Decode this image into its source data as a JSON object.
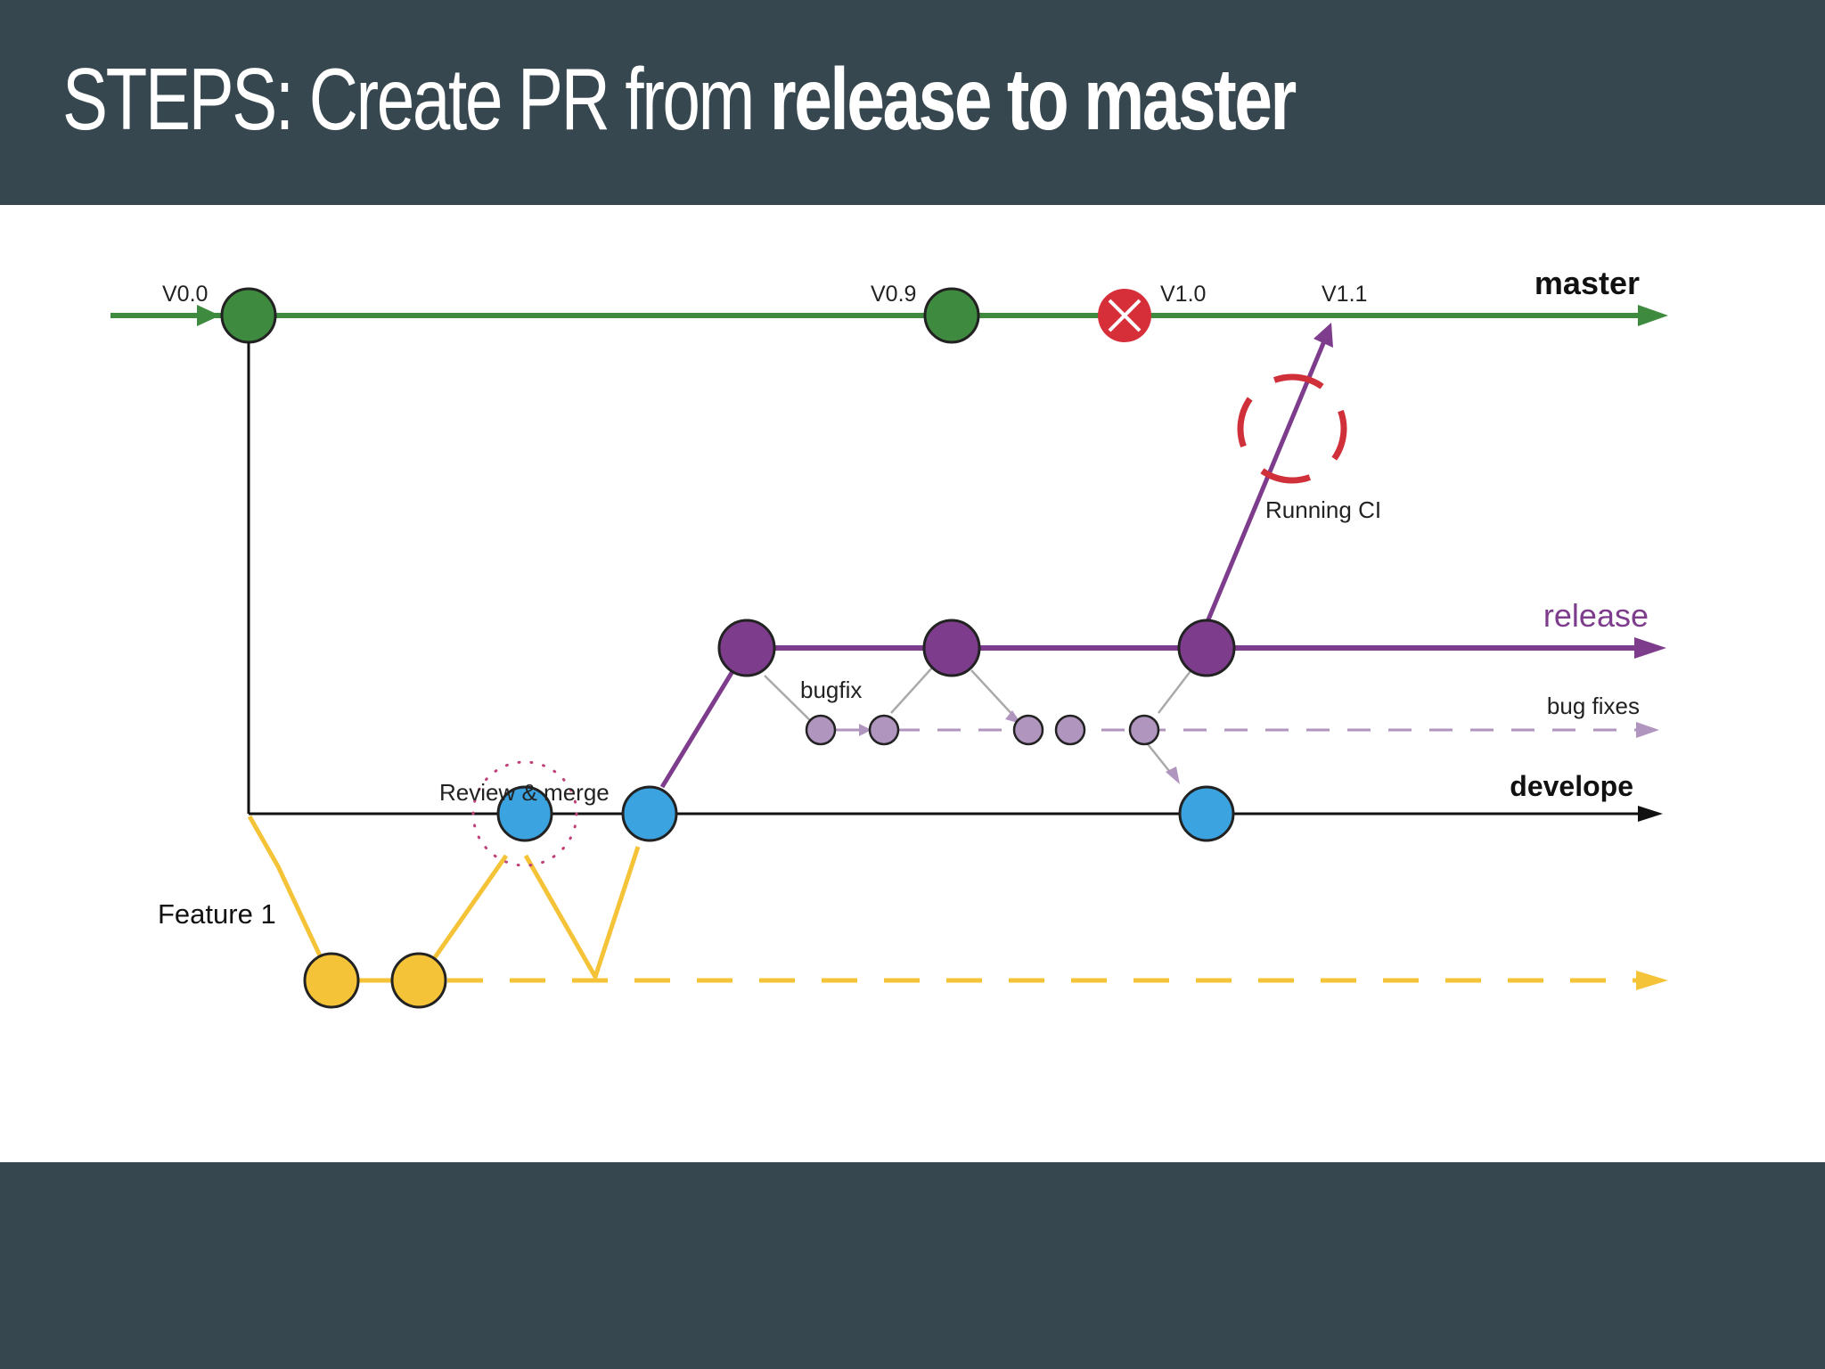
{
  "slide": {
    "title_prefix": "STEPS: Create PR from",
    "title_bold_1": "release",
    "title_mid": "to",
    "title_bold_2": "master"
  },
  "colors": {
    "header_bg": "#37474f",
    "master": "#3e8a3e",
    "release": "#7d3c8c",
    "bugfix": "#b095bf",
    "develop": "#000000",
    "develop_node": "#3ba3df",
    "feature": "#f5c338",
    "ci_ring": "#d0303a"
  },
  "diagram": {
    "branches": {
      "master": "master",
      "release": "release",
      "bug_fixes": "bug fixes",
      "develop": "develope",
      "feature": "Feature 1"
    },
    "tags": {
      "v00": "V0.0",
      "v09": "V0.9",
      "v10": "V1.0",
      "v11": "V1.1"
    },
    "annotations": {
      "bugfix": "bugfix",
      "review_merge": "Review & merge",
      "running_ci": "Running CI"
    },
    "failed_tag": "V1.0"
  }
}
